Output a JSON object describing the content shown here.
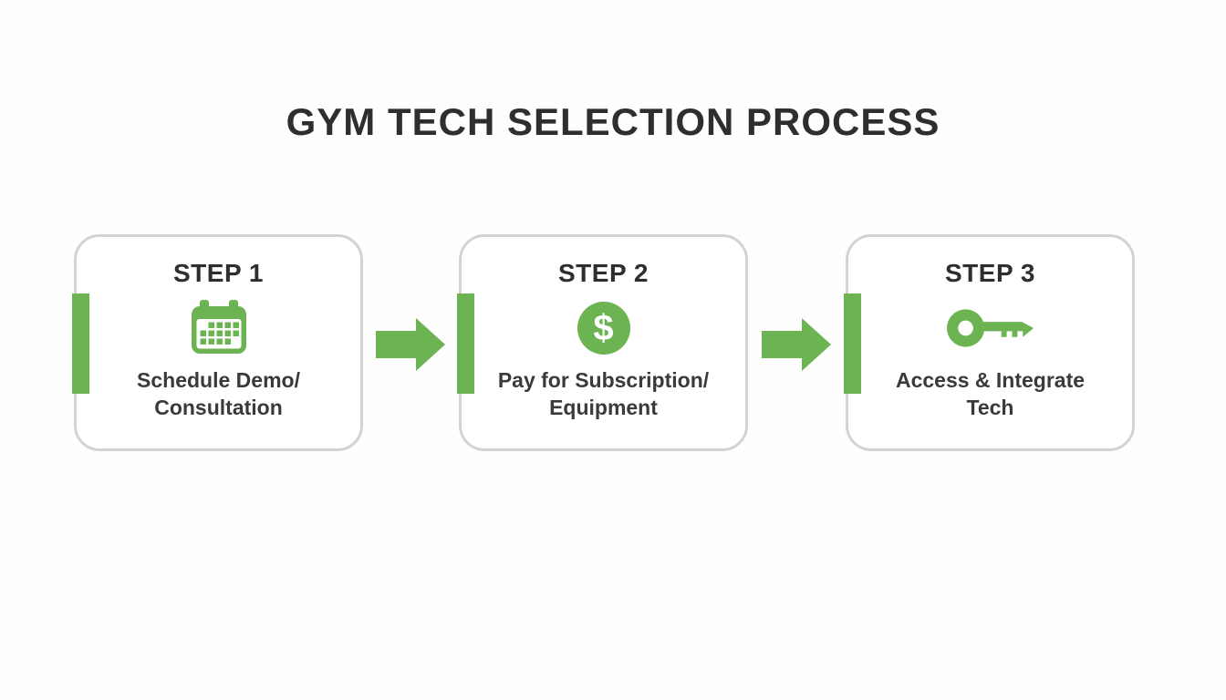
{
  "title": "GYM TECH SELECTION PROCESS",
  "colors": {
    "accent_green": "#6cb451",
    "card_border": "#d3d3d3",
    "title_text": "#2e2e2e",
    "body_text": "#3a3a3a",
    "background": "#fefefe"
  },
  "steps": [
    {
      "label": "STEP 1",
      "icon": "calendar-icon",
      "description_line1": "Schedule Demo/",
      "description_line2": "Consultation"
    },
    {
      "label": "STEP 2",
      "icon": "dollar-icon",
      "description_line1": "Pay for Subscription/",
      "description_line2": "Equipment"
    },
    {
      "label": "STEP 3",
      "icon": "key-icon",
      "description_line1": "Access & Integrate",
      "description_line2": "Tech"
    }
  ],
  "icons": {
    "dollar_glyph": "$",
    "arrow": "arrow-right-icon"
  }
}
